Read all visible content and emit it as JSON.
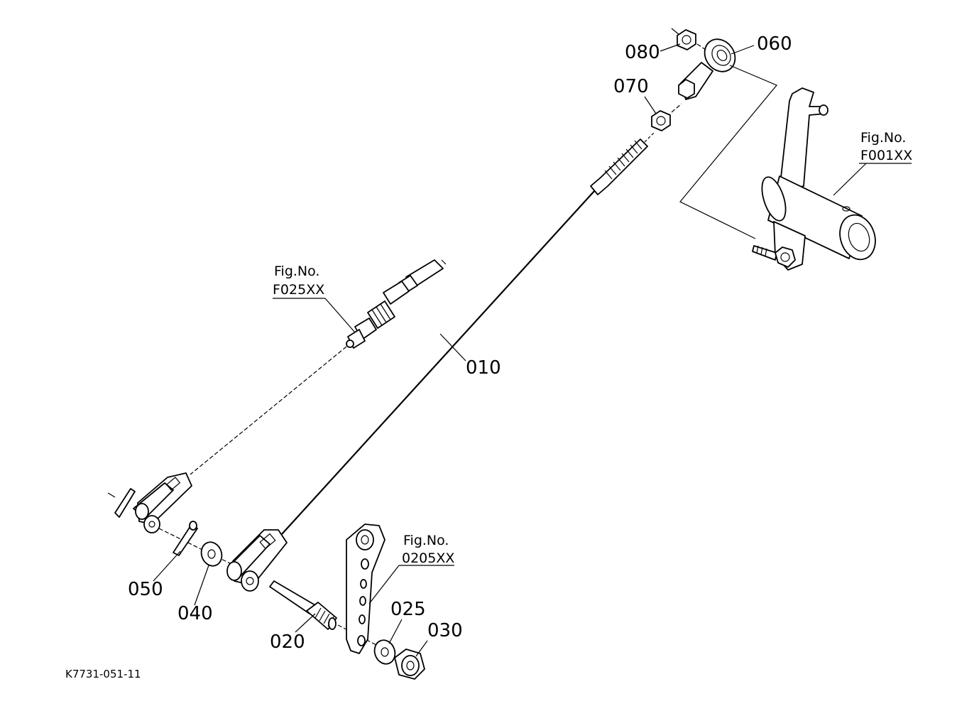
{
  "parts": {
    "p010": "010",
    "p020": "020",
    "p025": "025",
    "p030": "030",
    "p040": "040",
    "p050": "050",
    "p060": "060",
    "p070": "070",
    "p080": "080"
  },
  "refs": {
    "fig_label": "Fig.No.",
    "f001": "F001XX",
    "f025": "F025XX",
    "f0205": "0205XX"
  },
  "drawing_code": "K7731-051-11"
}
